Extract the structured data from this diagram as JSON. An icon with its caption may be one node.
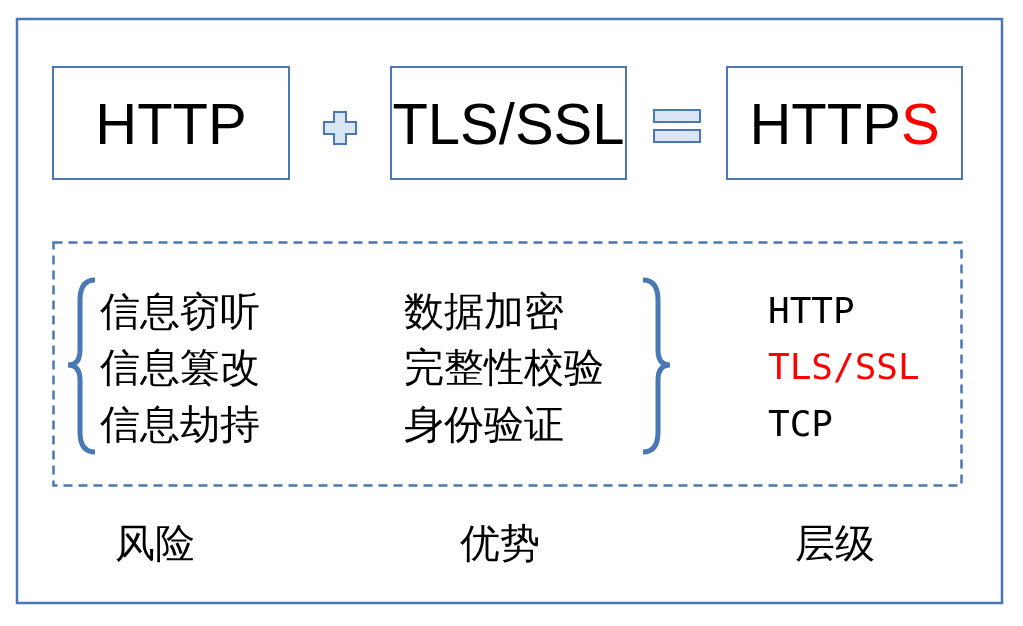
{
  "diagram": {
    "nodes": [
      {
        "text": [
          "HTTP"
        ]
      },
      {
        "text": [
          "TLS/SSL"
        ]
      },
      {
        "text": [
          "HTTPS"
        ]
      },
      {
        "text": [
          "信息窃听",
          "信息篡改",
          "信息劫持",
          "数据加密",
          "完整性校验",
          "身份验证",
          "HTTP",
          "TLS/SSL",
          "TCP"
        ]
      }
    ],
    "edges": [],
    "labels": [
      "风险",
      "优势",
      "层级"
    ]
  }
}
